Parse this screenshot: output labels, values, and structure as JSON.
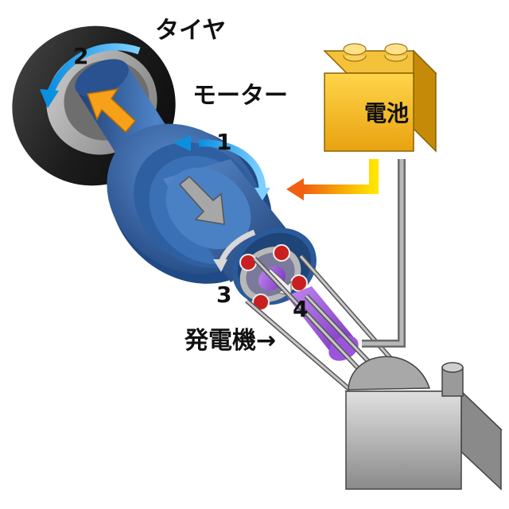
{
  "labels": {
    "tire": "タイヤ",
    "motor": "モーター",
    "battery": "電池",
    "generator": "発電機→"
  },
  "steps": [
    "1",
    "2",
    "3",
    "4"
  ],
  "colors": {
    "tire": "#262626",
    "motor_blue": "#2f5f9f",
    "battery_gold": "#f0b418",
    "generator_purple": "#8a3fd0",
    "flow_arrow": "#f08c10",
    "rotation_arrow": "#1aa3ef",
    "engine_gray": "#9a9a9a"
  }
}
